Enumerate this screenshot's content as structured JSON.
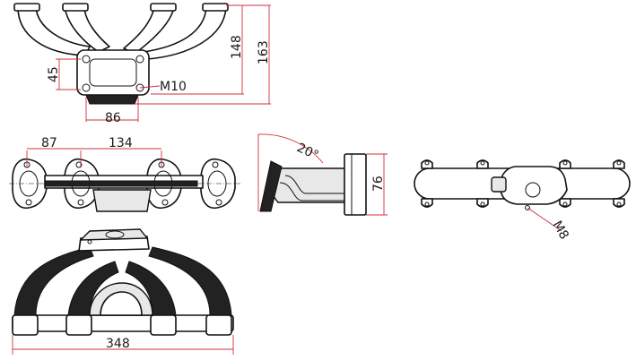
{
  "dimensions": {
    "flange_height": "45",
    "depth_148": "148",
    "depth_163": "163",
    "stud_thread": "M10",
    "flange_width": "86",
    "port_pitch_1": "87",
    "port_pitch_2": "134",
    "flange_angle": "20°",
    "flange_thickness": "76",
    "wastegate_thread": "M8",
    "overall_length": "348"
  },
  "colors": {
    "dimension_line": "#d0303a",
    "outline": "#111111",
    "shade": "#e8e8e8"
  }
}
